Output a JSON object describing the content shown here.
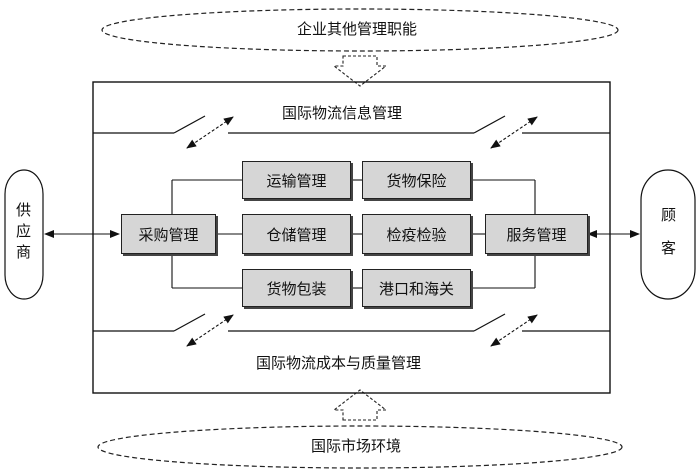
{
  "top_ellipse": {
    "label": "企业其他管理职能"
  },
  "bottom_ellipse": {
    "label": "国际市场环境"
  },
  "info_management": {
    "label": "国际物流信息管理"
  },
  "cost_quality_management": {
    "label": "国际物流成本与质量管理"
  },
  "left_entity": {
    "chars": [
      "供",
      "应",
      "商"
    ]
  },
  "right_entity": {
    "chars": [
      "顾",
      "客"
    ]
  },
  "boxes": {
    "procurement": "采购管理",
    "transport": "运输管理",
    "warehouse": "仓储管理",
    "packaging": "货物包装",
    "insurance": "货物保险",
    "inspection": "检疫检验",
    "customs": "港口和海关",
    "service": "服务管理"
  },
  "colors": {
    "box_fill": "#d6d6d6",
    "line": "#222222"
  }
}
